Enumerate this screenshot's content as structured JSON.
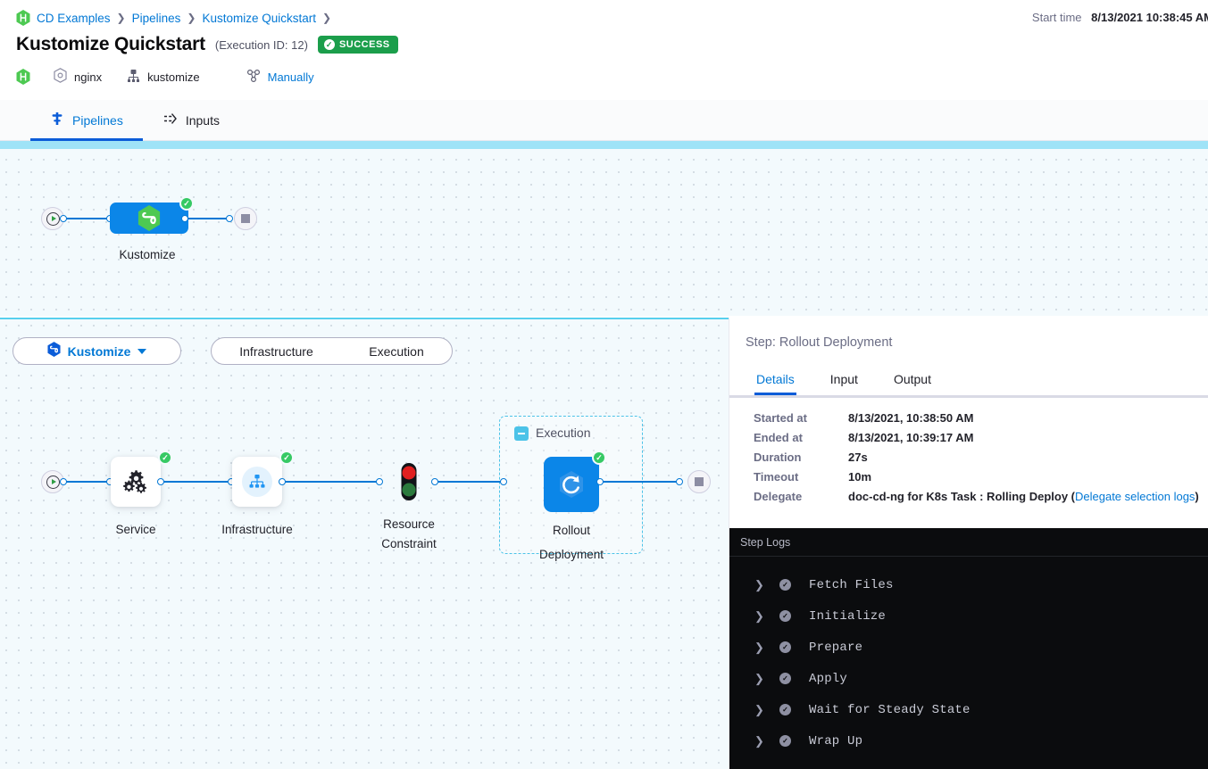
{
  "header": {
    "breadcrumb": [
      {
        "label": "CD Examples",
        "icon": "harness-hex-icon"
      },
      {
        "label": "Pipelines"
      },
      {
        "label": "Kustomize Quickstart"
      }
    ],
    "title": "Kustomize Quickstart",
    "execution_id": "(Execution ID: 12)",
    "status_badge": "SUCCESS",
    "status_color": "#1b9e4b",
    "start_time_label": "Start time",
    "start_time_value": "8/13/2021 10:38:45 AM",
    "meta": [
      {
        "label": "nginx",
        "icon": "service-hex-icon",
        "link": false
      },
      {
        "label": "kustomize",
        "icon": "infrastructure-icon",
        "link": false
      },
      {
        "label": "Manually",
        "icon": "trigger-icon",
        "link": true
      }
    ]
  },
  "tabs": [
    {
      "label": "Pipelines",
      "icon": "pipeline-icon",
      "active": true
    },
    {
      "label": "Inputs",
      "icon": "inputs-icon",
      "active": false
    }
  ],
  "pipeline_graph": {
    "stage_label": "Kustomize",
    "start_icon": "play-icon",
    "end_icon": "stop-icon",
    "status": "success"
  },
  "toolbar": {
    "stage_selector": "Kustomize",
    "stage_selector_icon": "kustomize-hex-icon",
    "caret": "chevron-down-icon",
    "sections": [
      "Infrastructure",
      "Execution"
    ]
  },
  "stage_graph": {
    "nodes": [
      {
        "name": "Service",
        "icon": "gears-icon",
        "status": "success"
      },
      {
        "name": "Infrastructure",
        "icon": "hierarchy-icon",
        "status": "success"
      },
      {
        "name": "Resource\nConstraint",
        "label_line1": "Resource",
        "label_line2": "Constraint",
        "icon": "traffic-light-icon",
        "status": "none"
      },
      {
        "name": "Rollout Deployment",
        "label_line1": "Rollout",
        "label_line2": "Deployment",
        "icon": "rollout-icon",
        "status": "success"
      }
    ],
    "group": {
      "title": "Execution",
      "collapse_icon": "minus-icon"
    }
  },
  "right_panel": {
    "step_title": "Step: Rollout Deployment",
    "tabs": [
      {
        "label": "Details",
        "active": true
      },
      {
        "label": "Input",
        "active": false
      },
      {
        "label": "Output",
        "active": false
      }
    ],
    "details": [
      {
        "key": "Started at",
        "value": "8/13/2021, 10:38:50 AM"
      },
      {
        "key": "Ended at",
        "value": "8/13/2021, 10:39:17 AM"
      },
      {
        "key": "Duration",
        "value": "27s"
      },
      {
        "key": "Timeout",
        "value": "10m"
      },
      {
        "key": "Delegate",
        "value": "doc-cd-ng for K8s Task : Rolling Deploy (",
        "link": "Delegate selection logs",
        "value_suffix": ")"
      }
    ],
    "logs": {
      "header": "Step Logs",
      "entries": [
        {
          "label": "Fetch Files",
          "status": "success"
        },
        {
          "label": "Initialize",
          "status": "success"
        },
        {
          "label": "Prepare",
          "status": "success"
        },
        {
          "label": "Apply",
          "status": "success"
        },
        {
          "label": "Wait for Steady State",
          "status": "success"
        },
        {
          "label": "Wrap Up",
          "status": "success"
        }
      ]
    }
  }
}
